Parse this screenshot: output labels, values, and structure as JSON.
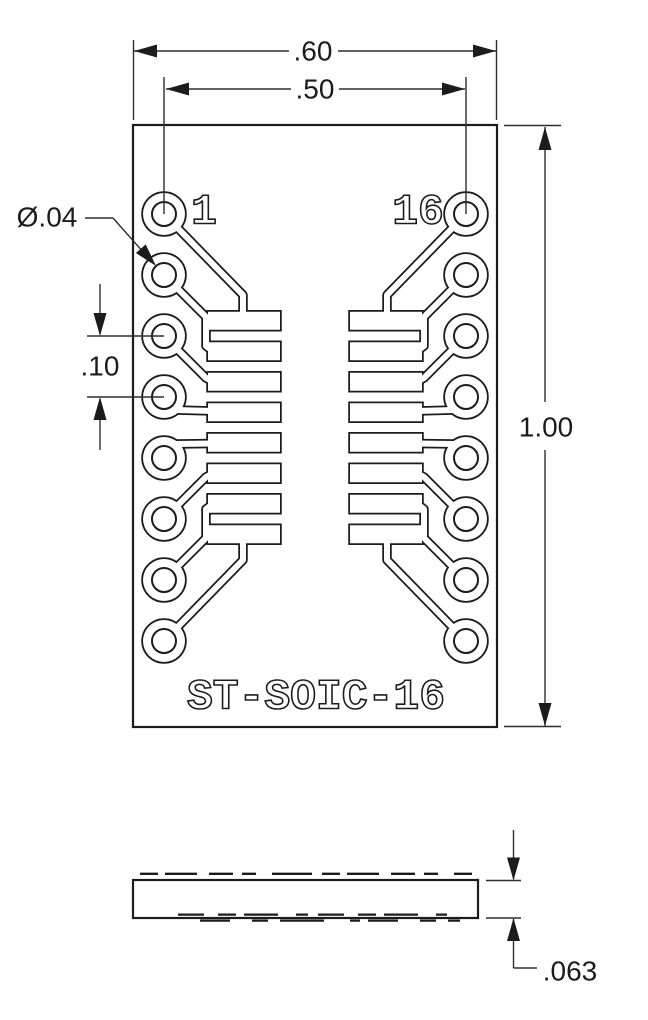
{
  "drawing": {
    "part_number": "ST-SOIC-16",
    "pin_labels": {
      "pin1": "1",
      "pin16": "16"
    },
    "dimensions": {
      "board_width_in": ".60",
      "hole_span_in": ".50",
      "board_height_in": "1.00",
      "hole_pitch_in": ".10",
      "hole_diameter_in": "Ø.04",
      "board_thickness_in": ".063"
    },
    "holes_per_side": 8,
    "pads_per_side": 8,
    "colors": {
      "line": "#1c1c1c",
      "dim_line": "#2e2e2e",
      "background": "#ffffff"
    }
  }
}
